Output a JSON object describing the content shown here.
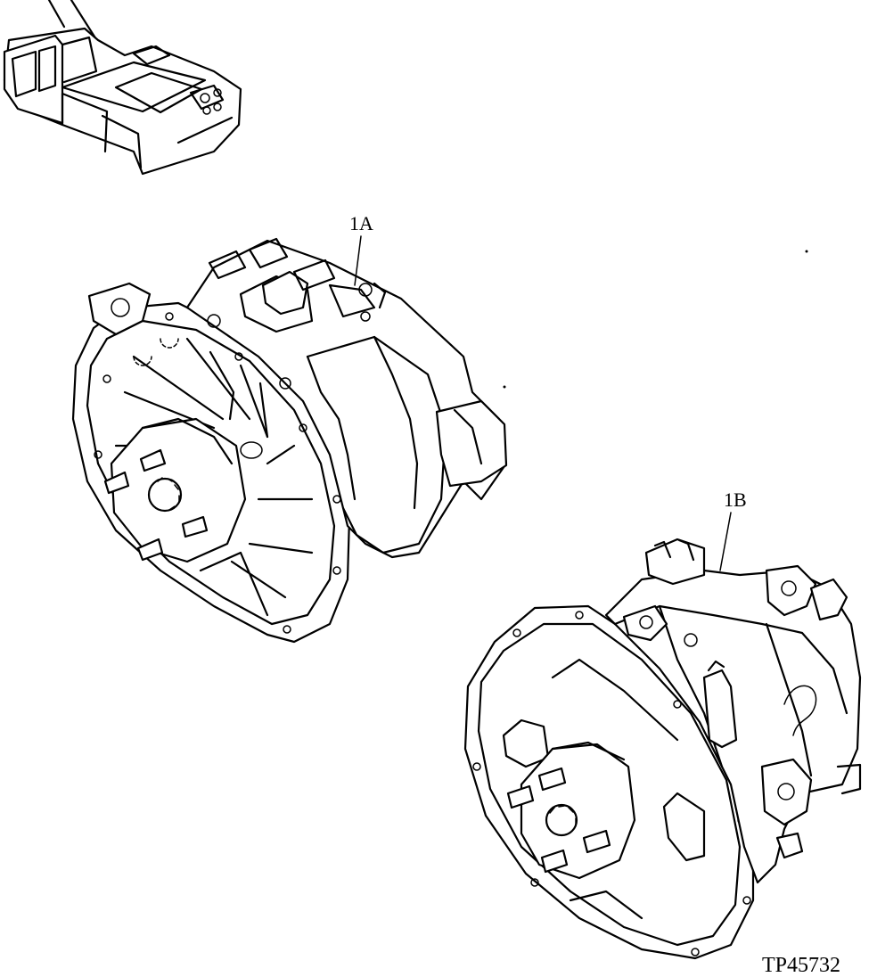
{
  "callouts": {
    "pump_1a": "1A",
    "pump_1b": "1B"
  },
  "figure_ref": "TP45732"
}
